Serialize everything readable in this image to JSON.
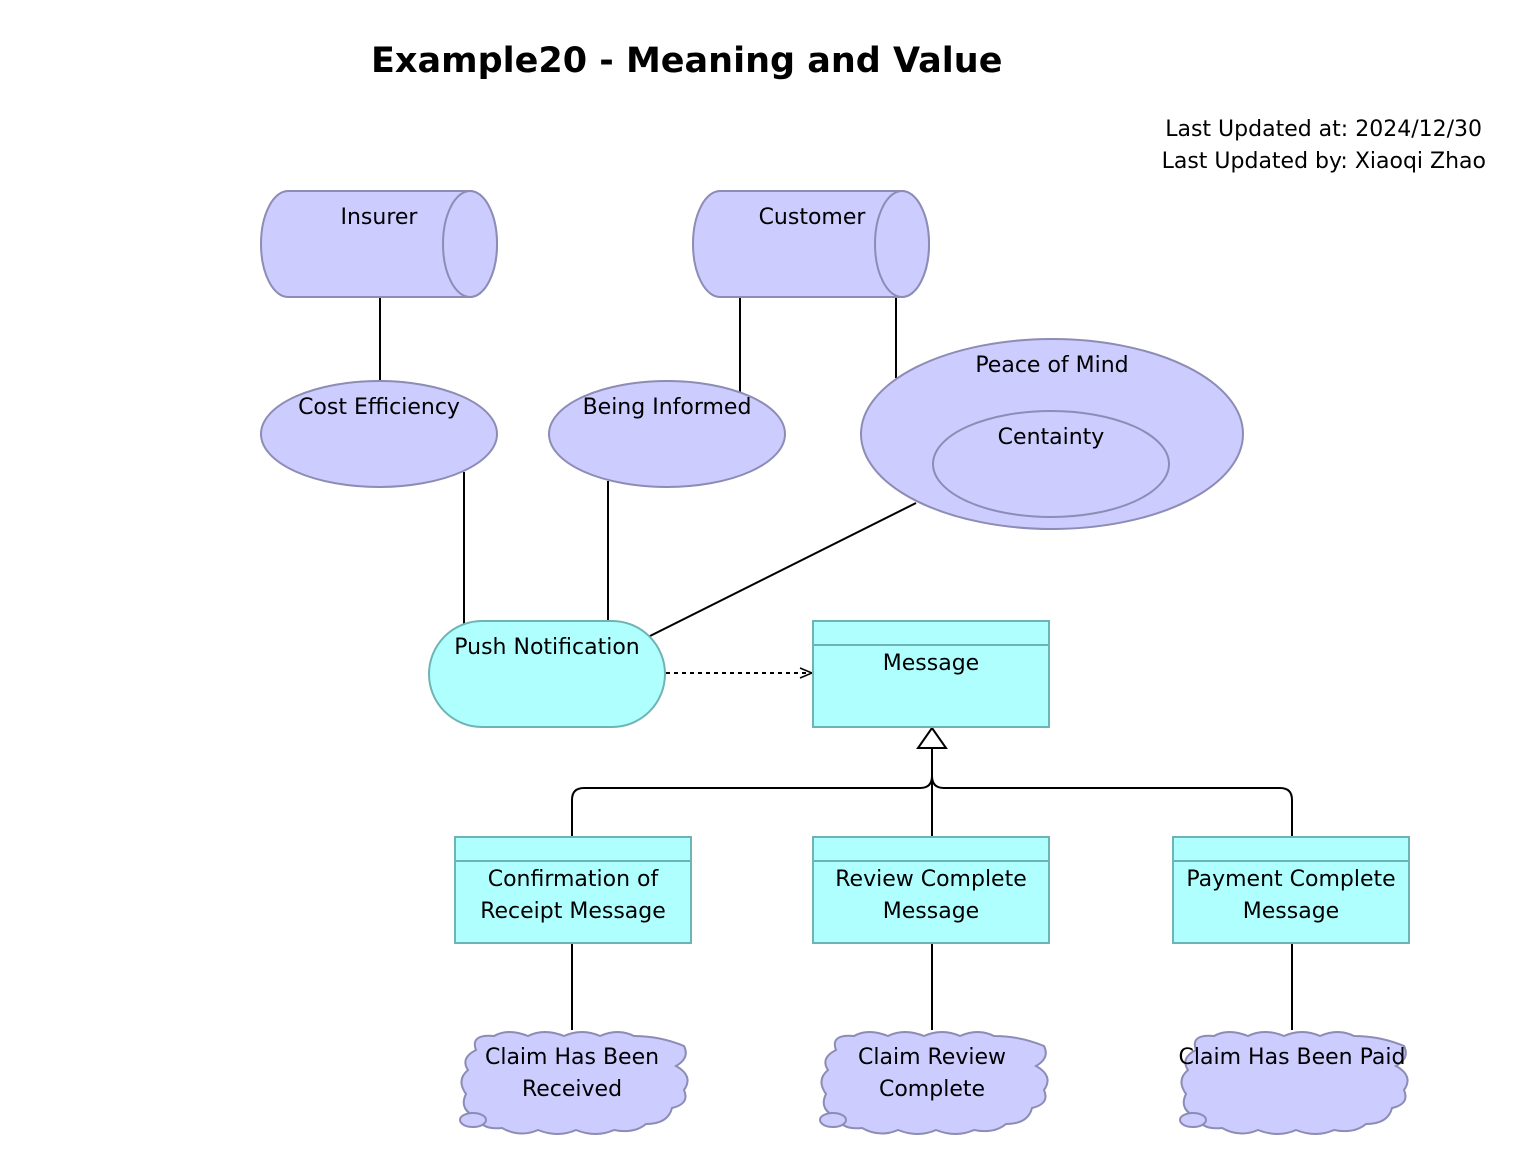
{
  "title": "Example20 - Meaning and Value",
  "meta": {
    "updated_at": "Last Updated at: 2024/12/30",
    "updated_by": "Last Updated by: Xiaoqi Zhao"
  },
  "colors": {
    "lavender_fill": "#ccccff",
    "lavender_stroke": "#8c8cb4",
    "cyan_fill": "#b0ffff",
    "cyan_stroke": "#6fb4b4",
    "line": "#000000"
  },
  "stakeholders": {
    "insurer": "Insurer",
    "customer": "Customer"
  },
  "values": {
    "cost_efficiency": "Cost Efficiency",
    "being_informed": "Being Informed",
    "peace_of_mind": "Peace of Mind",
    "centainty": "Centainty"
  },
  "service": {
    "push_notification": "Push Notification"
  },
  "objects": {
    "message": "Message",
    "confirmation": [
      "Confirmation of",
      "Receipt Message"
    ],
    "review": [
      "Review Complete",
      "Message"
    ],
    "payment": [
      "Payment Complete",
      "Message"
    ]
  },
  "events": {
    "claim_received": [
      "Claim Has Been",
      "Received"
    ],
    "claim_review": [
      "Claim Review",
      "Complete"
    ],
    "claim_paid": [
      "Claim Has Been Paid"
    ]
  }
}
